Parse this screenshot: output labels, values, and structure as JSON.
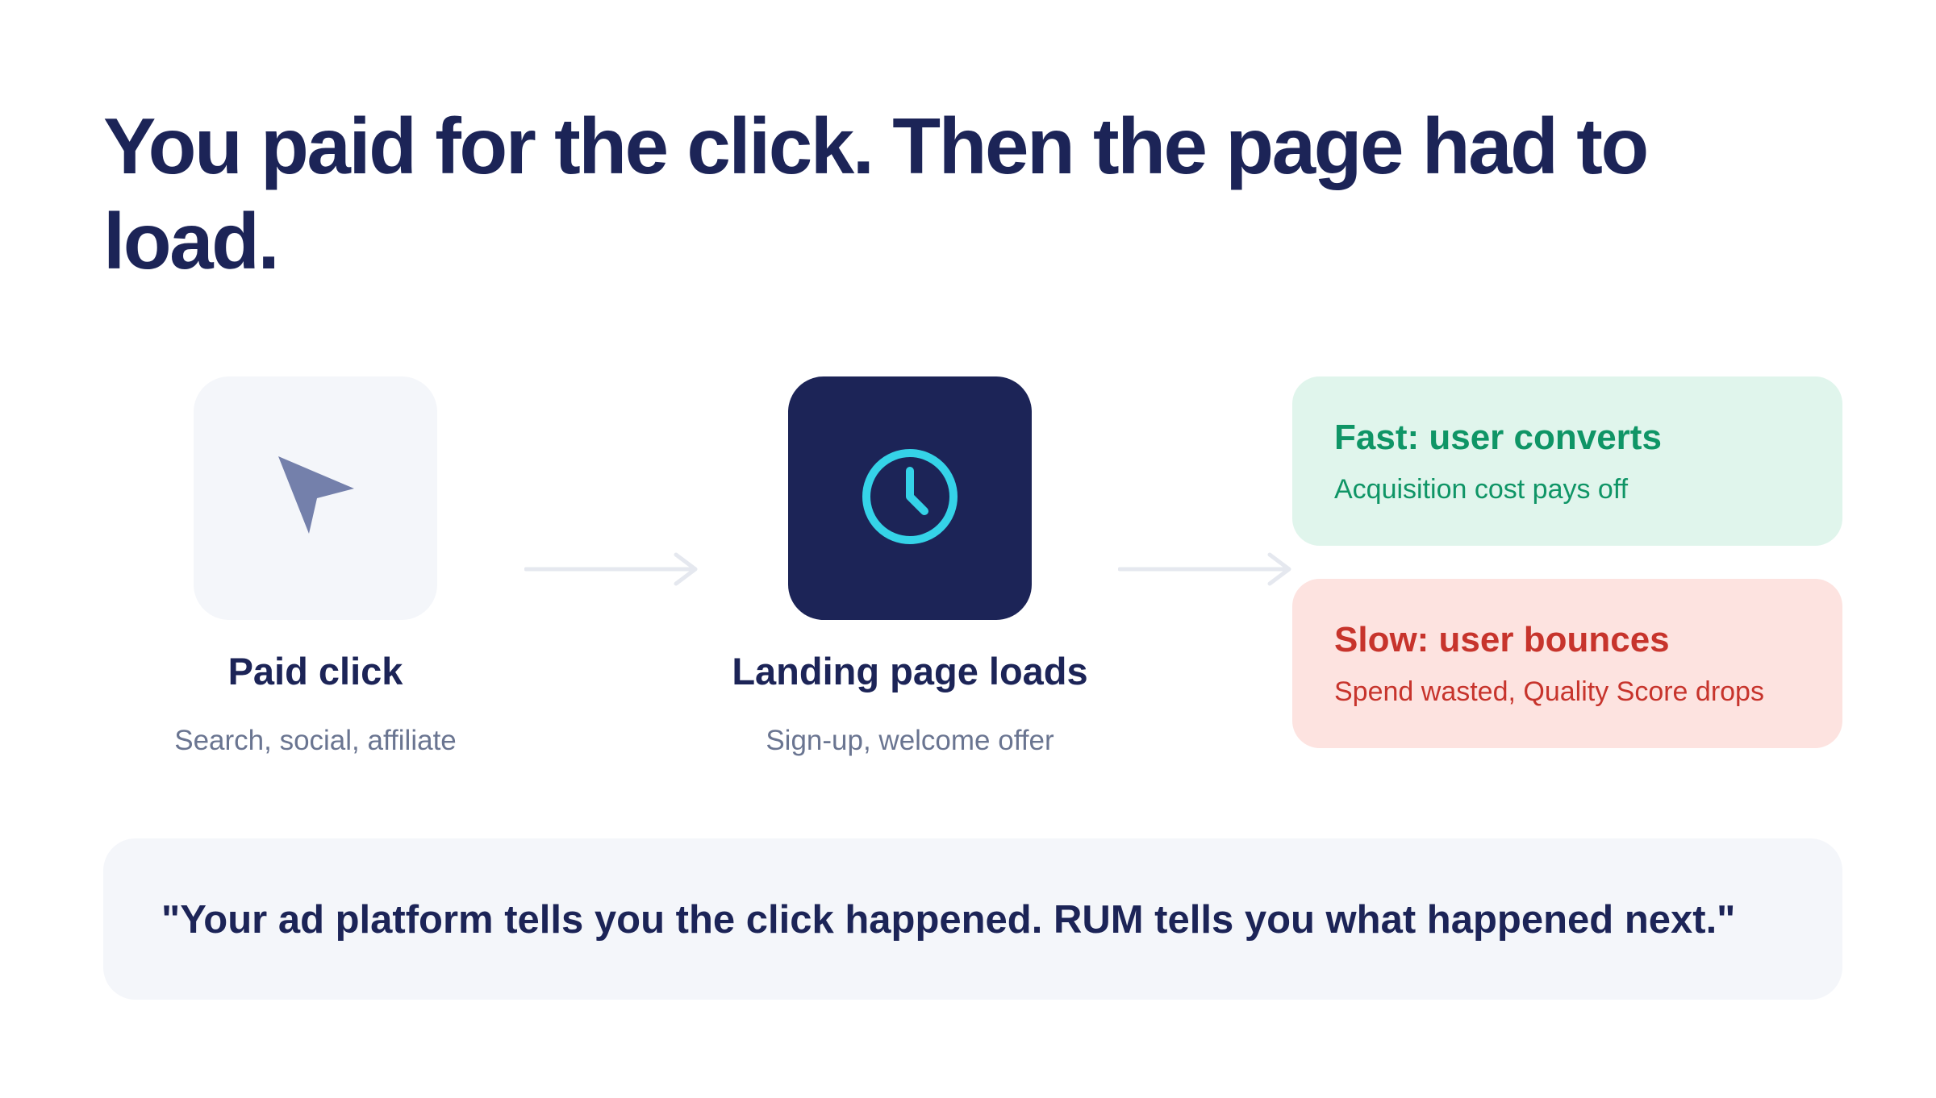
{
  "headline": "You paid for the click. Then the page had to load.",
  "colors": {
    "navy": "#1c2457",
    "tile_light": "#f4f6fa",
    "cursor_icon": "#7480ab",
    "clock_icon": "#35d3e8",
    "arrow": "#e5e8ef",
    "fast_bg": "#e0f5ec",
    "fast_text": "#0f9566",
    "slow_bg": "#fde3e0",
    "slow_text": "#c7342c",
    "muted_text": "#6a7591"
  },
  "steps": [
    {
      "icon": "cursor-arrow-icon",
      "title": "Paid click",
      "subtitle": "Search, social, affiliate"
    },
    {
      "icon": "clock-icon",
      "title": "Landing page loads",
      "subtitle": "Sign-up, welcome offer"
    }
  ],
  "outcomes": {
    "fast": {
      "title": "Fast: user converts",
      "subtitle": "Acquisition cost pays off"
    },
    "slow": {
      "title": "Slow: user bounces",
      "subtitle": "Spend wasted, Quality Score drops"
    }
  },
  "quote": "\"Your ad platform tells you the click happened. RUM tells you what happened next.\""
}
